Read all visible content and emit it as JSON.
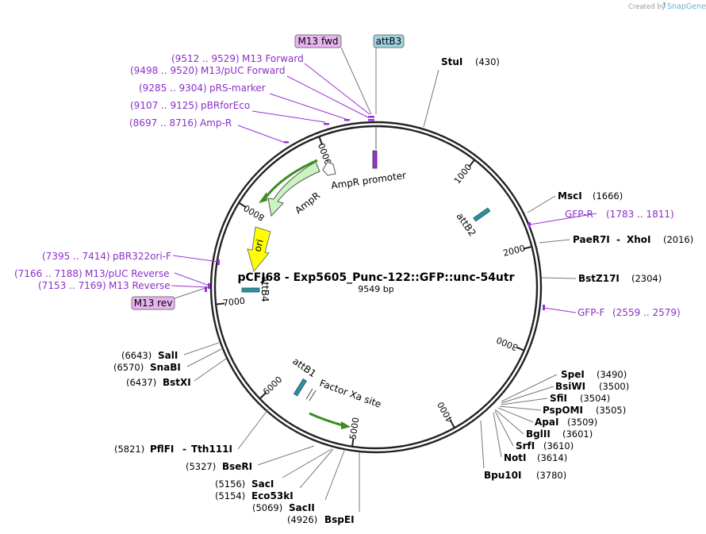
{
  "title": "pCFJ68 - Exp5605_Punc-122::GFP::unc-54utr",
  "size_label": "9549 bp",
  "total_bp": 9549,
  "credit": {
    "prefix": "Created by",
    "brand": "SnapGene"
  },
  "colors": {
    "backbone": "#222222",
    "primer": "#9b30d9",
    "amp": "#c8f5c0",
    "ori": "#ffff00",
    "att": "#2f8fa0",
    "tag_pink": "#e8b4f0",
    "tag_teal": "#9fd3de",
    "green_arrow": "#3a8f1e"
  },
  "ticks": [
    {
      "bp": 1000,
      "label": "1000"
    },
    {
      "bp": 2000,
      "label": "2000"
    },
    {
      "bp": 3000,
      "label": "3000"
    },
    {
      "bp": 4000,
      "label": "4000"
    },
    {
      "bp": 5000,
      "label": "5000"
    },
    {
      "bp": 6000,
      "label": "6000"
    },
    {
      "bp": 7000,
      "label": "7000"
    },
    {
      "bp": 8000,
      "label": "8000"
    },
    {
      "bp": 9000,
      "label": "9000"
    }
  ],
  "enzymes": [
    {
      "name": "StuI",
      "pos": "(430)"
    },
    {
      "name": "MscI",
      "pos": "(1666)"
    },
    {
      "name": "PaeR7I",
      "extra": "XhoI",
      "pos": "(2016)"
    },
    {
      "name": "BstZ17I",
      "pos": "(2304)"
    },
    {
      "name": "SpeI",
      "pos": "(3490)"
    },
    {
      "name": "BsiWI",
      "pos": "(3500)"
    },
    {
      "name": "SfiI",
      "pos": "(3504)"
    },
    {
      "name": "PspOMI",
      "pos": "(3505)"
    },
    {
      "name": "ApaI",
      "pos": "(3509)"
    },
    {
      "name": "BglII",
      "pos": "(3601)"
    },
    {
      "name": "SrfI",
      "pos": "(3610)"
    },
    {
      "name": "NotI",
      "pos": "(3614)"
    },
    {
      "name": "Bpu10I",
      "pos": "(3780)"
    },
    {
      "name": "BspEI",
      "pos": "(4926)"
    },
    {
      "name": "SacII",
      "pos": "(5069)"
    },
    {
      "name": "Eco53kI",
      "pos": "(5154)"
    },
    {
      "name": "SacI",
      "pos": "(5156)"
    },
    {
      "name": "BseRI",
      "pos": "(5327)"
    },
    {
      "name": "PflFI",
      "extra": "Tth111I",
      "pos": "(5821)"
    },
    {
      "name": "BstXI",
      "pos": "(6437)"
    },
    {
      "name": "SnaBI",
      "pos": "(6570)"
    },
    {
      "name": "SalI",
      "pos": "(6643)"
    }
  ],
  "primers": [
    {
      "name": "M13 Forward",
      "range": "(9512 .. 9529)"
    },
    {
      "name": "M13/pUC Forward",
      "range": "(9498 .. 9520)"
    },
    {
      "name": "pRS-marker",
      "range": "(9285 .. 9304)"
    },
    {
      "name": "pBRforEco",
      "range": "(9107 .. 9125)"
    },
    {
      "name": "Amp-R",
      "range": "(8697 .. 8716)"
    },
    {
      "name": "GFP-R",
      "range": "(1783 .. 1811)"
    },
    {
      "name": "GFP-F",
      "range": "(2559 .. 2579)"
    },
    {
      "name": "pBR322ori-F",
      "range": "(7395 .. 7414)"
    },
    {
      "name": "M13/pUC Reverse",
      "range": "(7166 .. 7188)"
    },
    {
      "name": "M13 Reverse",
      "range": "(7153 .. 7169)"
    }
  ],
  "tags": [
    {
      "name": "M13 fwd",
      "style": "pink"
    },
    {
      "name": "attB3",
      "style": "teal"
    },
    {
      "name": "M13 rev",
      "style": "pink"
    }
  ],
  "features": [
    {
      "name": "AmpR promoter"
    },
    {
      "name": "AmpR"
    },
    {
      "name": "ori"
    },
    {
      "name": "attB2"
    },
    {
      "name": "attB4"
    },
    {
      "name": "attB1"
    },
    {
      "name": "Factor Xa site"
    }
  ]
}
